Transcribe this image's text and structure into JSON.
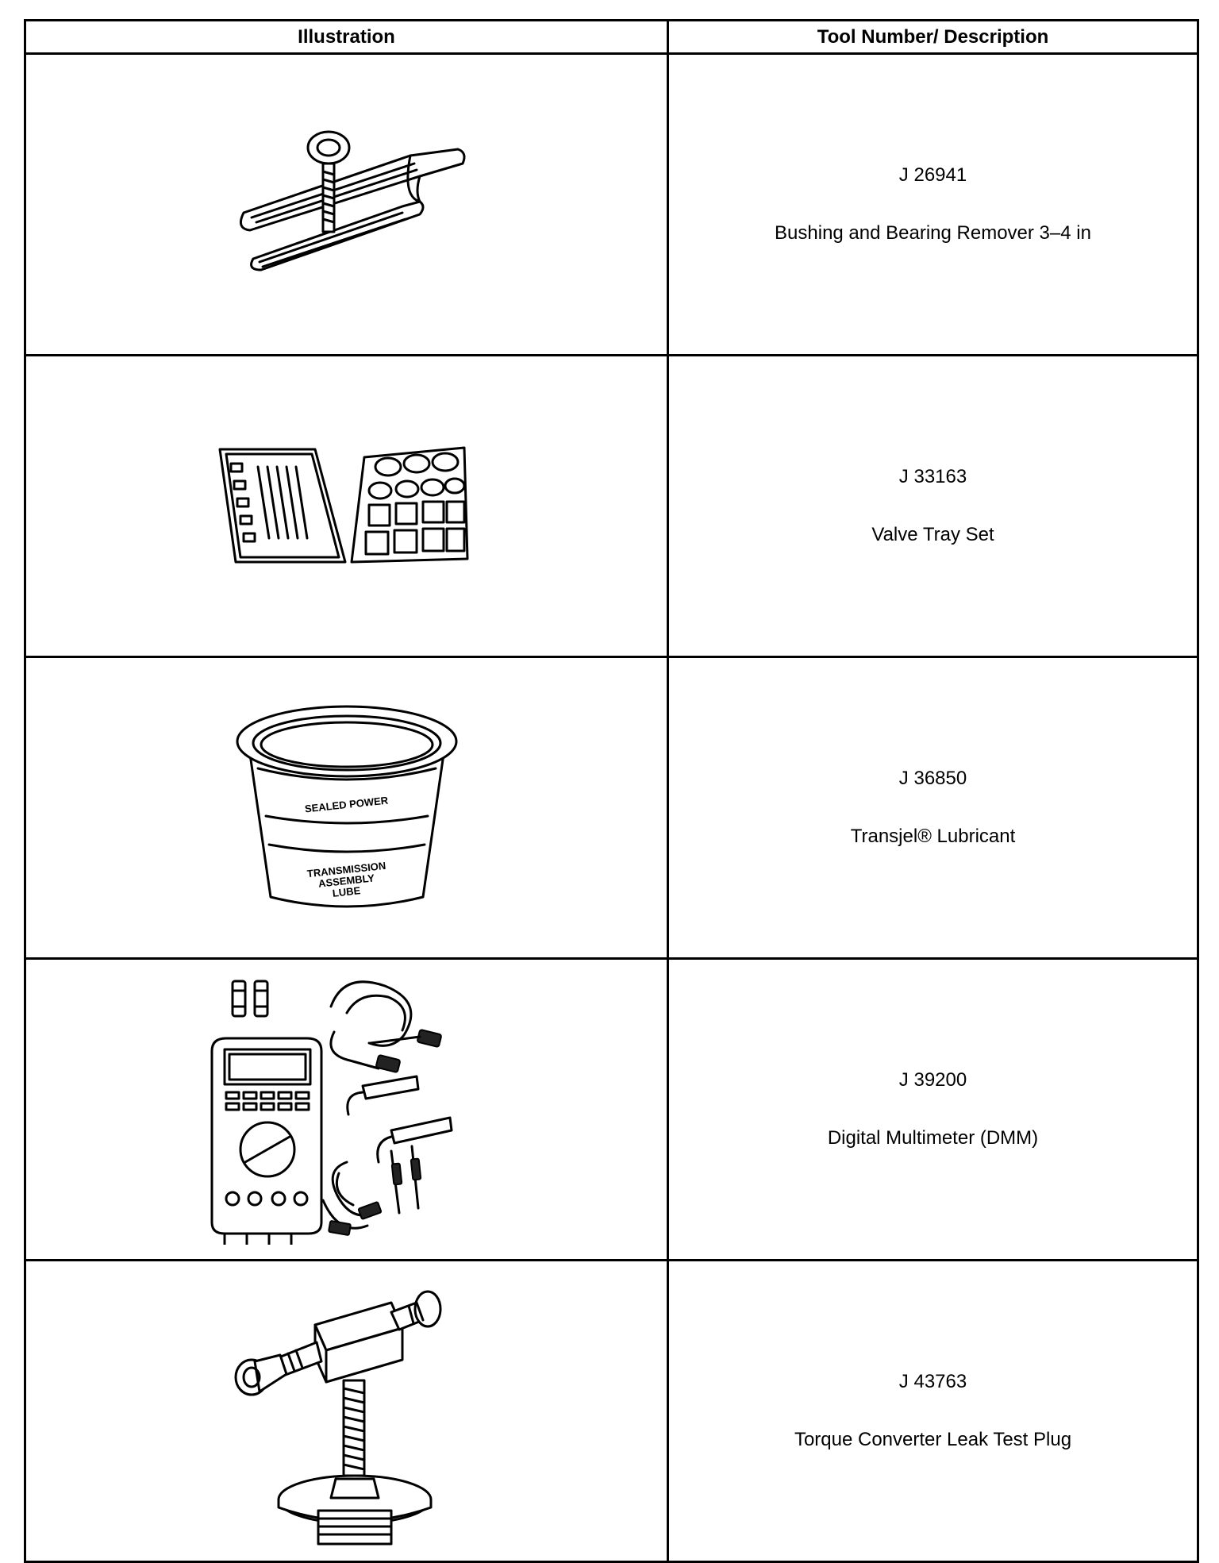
{
  "headers": {
    "illustration": "Illustration",
    "tool": "Tool Number/ Description"
  },
  "tools": [
    {
      "number": "J 26941",
      "description": "Bushing and Bearing Remover 3–4 in",
      "icon": "bushing-bearing-remover-icon"
    },
    {
      "number": "J 33163",
      "description": "Valve Tray Set",
      "icon": "valve-tray-set-icon"
    },
    {
      "number": "J 36850",
      "description": "Transjel® Lubricant",
      "icon": "lubricant-tub-icon",
      "label_lines": [
        "SEALED POWER",
        "TRANSMISSION",
        "ASSEMBLY",
        "LUBE"
      ]
    },
    {
      "number": "J 39200",
      "description": "Digital Multimeter (DMM)",
      "icon": "digital-multimeter-icon"
    },
    {
      "number": "J 43763",
      "description": "Torque Converter Leak Test Plug",
      "icon": "leak-test-plug-icon"
    }
  ]
}
